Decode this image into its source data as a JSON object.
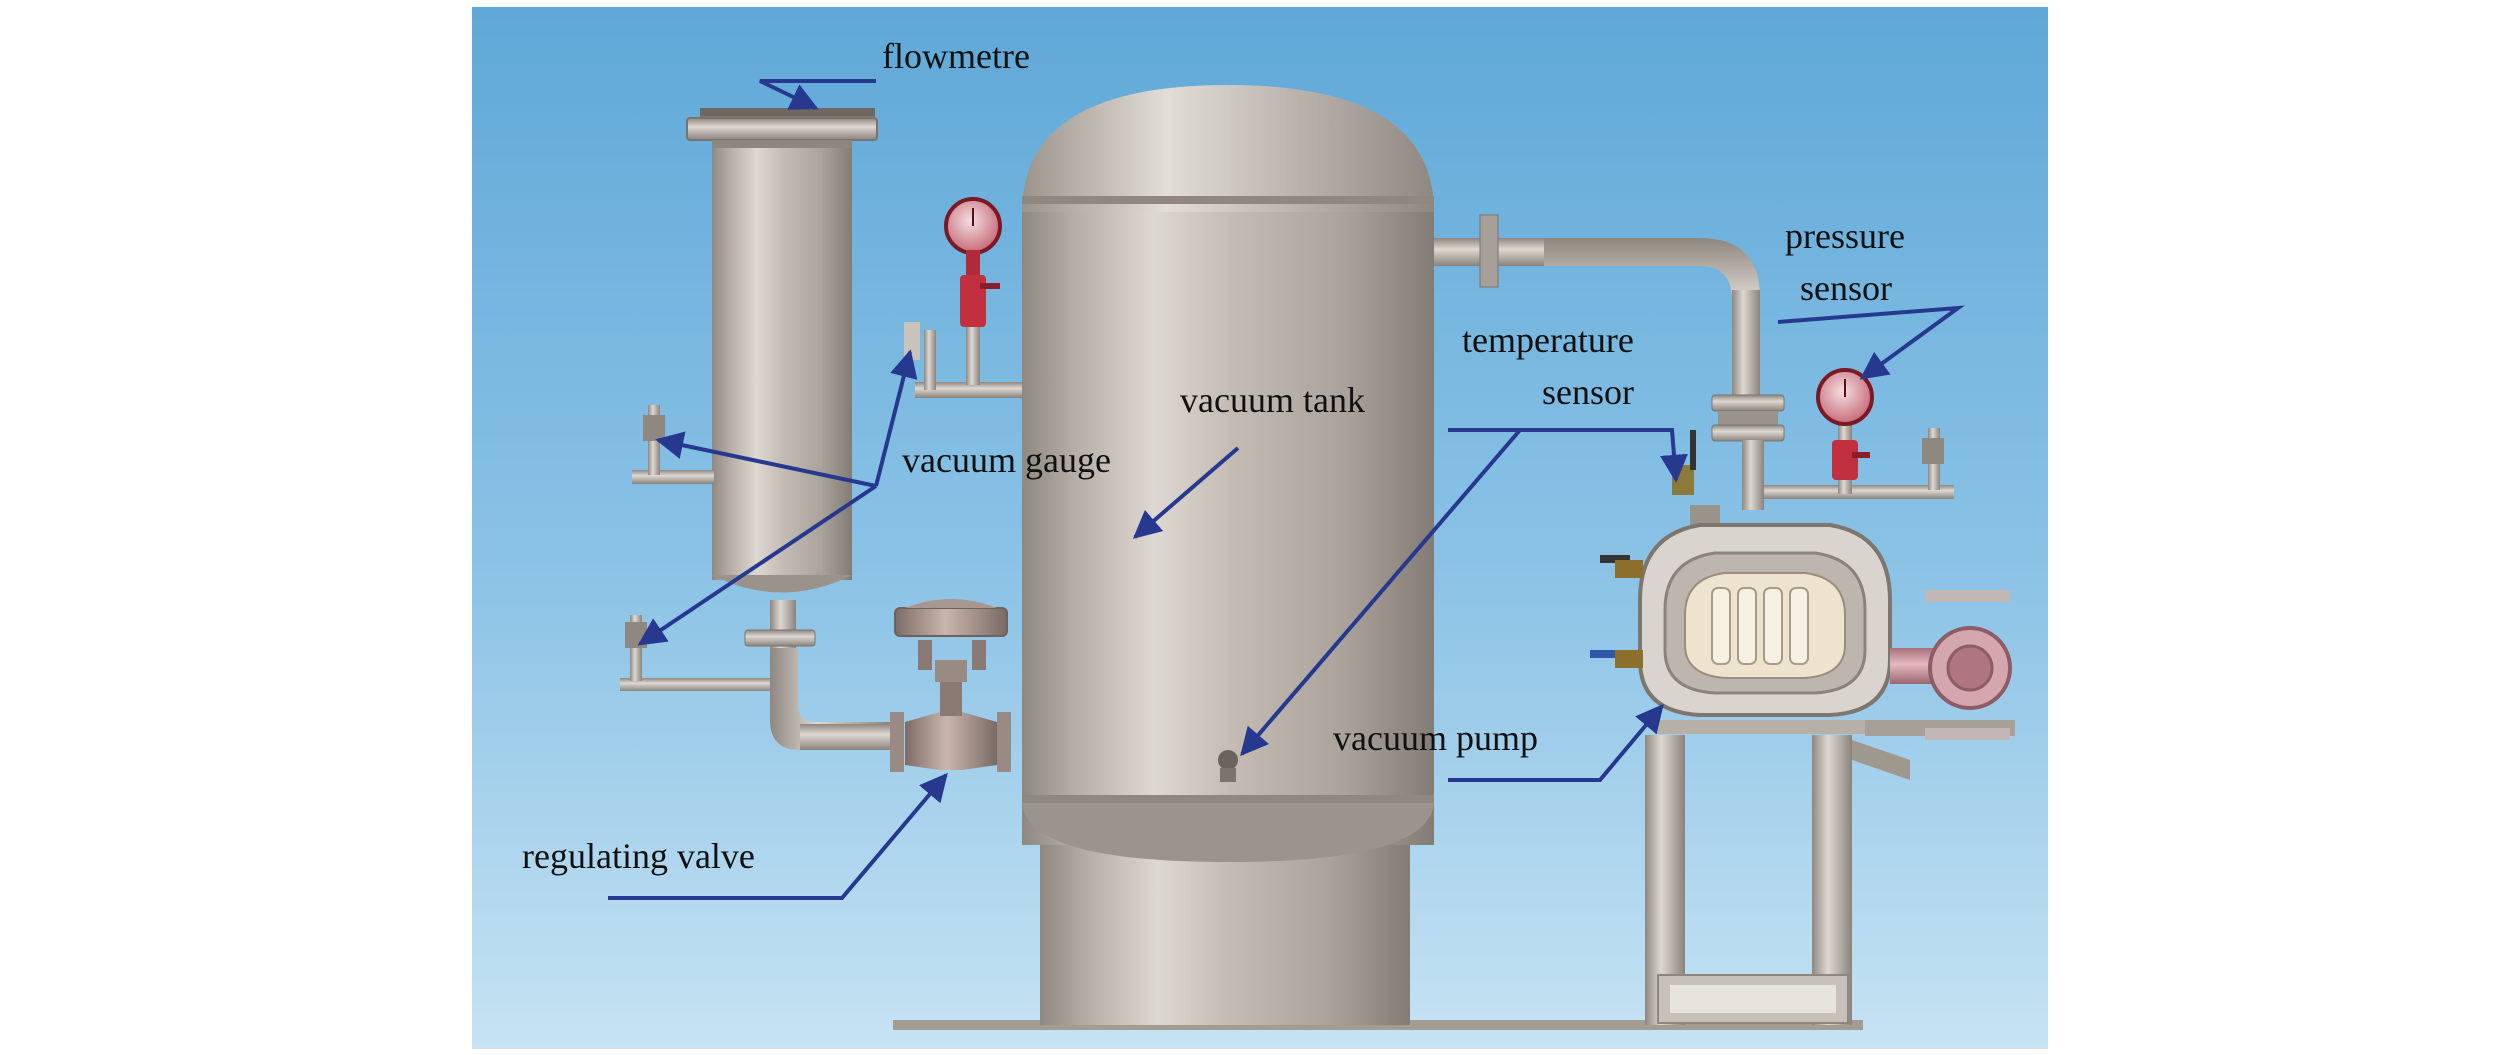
{
  "labels": {
    "flowmetre": "flowmetre",
    "pressure_sensor_line1": "pressure",
    "pressure_sensor_line2": "sensor",
    "temperature_sensor_line1": "temperature",
    "temperature_sensor_line2": "sensor",
    "vacuum_tank": "vacuum tank",
    "vacuum_gauge": "vacuum gauge",
    "vacuum_pump": "vacuum pump",
    "regulating_valve": "regulating valve"
  },
  "colors": {
    "sky_top": "#5fa9d9",
    "sky_bottom": "#c3e2f3",
    "steel": "#b5aea6",
    "steel_dark": "#8e8780",
    "leader": "#27388f",
    "gauge_red": "#cc2b3d"
  }
}
